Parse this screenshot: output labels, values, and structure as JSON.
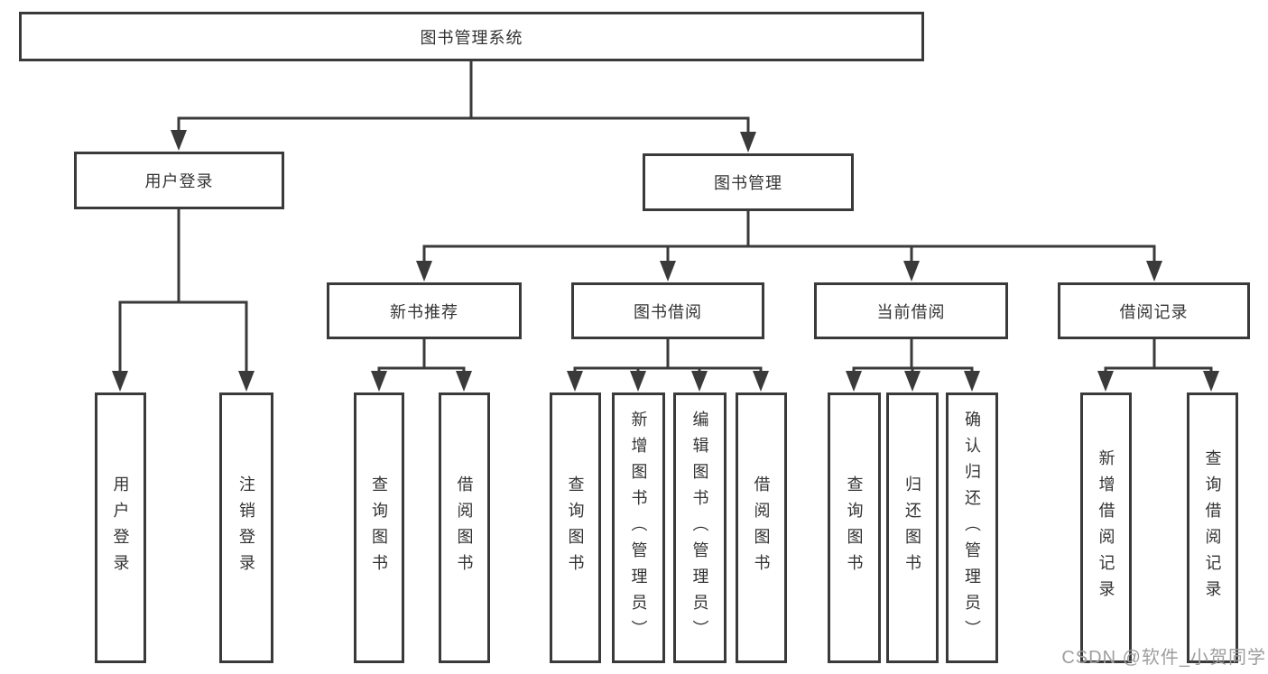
{
  "diagram": {
    "type": "hierarchy",
    "tree": {
      "root": {
        "label": "图书管理系统",
        "children": [
          {
            "label": "用户登录",
            "children": [
              {
                "label": "用户登录"
              },
              {
                "label": "注销登录"
              }
            ]
          },
          {
            "label": "图书管理",
            "children": [
              {
                "label": "新书推荐",
                "children": [
                  {
                    "label": "查询图书"
                  },
                  {
                    "label": "借阅图书"
                  }
                ]
              },
              {
                "label": "图书借阅",
                "children": [
                  {
                    "label": "查询图书"
                  },
                  {
                    "label": "新增图书（管理员）"
                  },
                  {
                    "label": "编辑图书（管理员）"
                  },
                  {
                    "label": "借阅图书"
                  }
                ]
              },
              {
                "label": "当前借阅",
                "children": [
                  {
                    "label": "查询图书"
                  },
                  {
                    "label": "归还图书"
                  },
                  {
                    "label": "确认归还（管理员）"
                  }
                ]
              },
              {
                "label": "借阅记录",
                "children": [
                  {
                    "label": "新增借阅记录"
                  },
                  {
                    "label": "查询借阅记录"
                  }
                ]
              }
            ]
          }
        ]
      }
    },
    "colors": {
      "line": "#3a3a3a",
      "text": "#333333",
      "background": "#ffffff",
      "watermark": "#9e9e9e"
    },
    "watermark": "CSDN @软件_小贺同学"
  }
}
